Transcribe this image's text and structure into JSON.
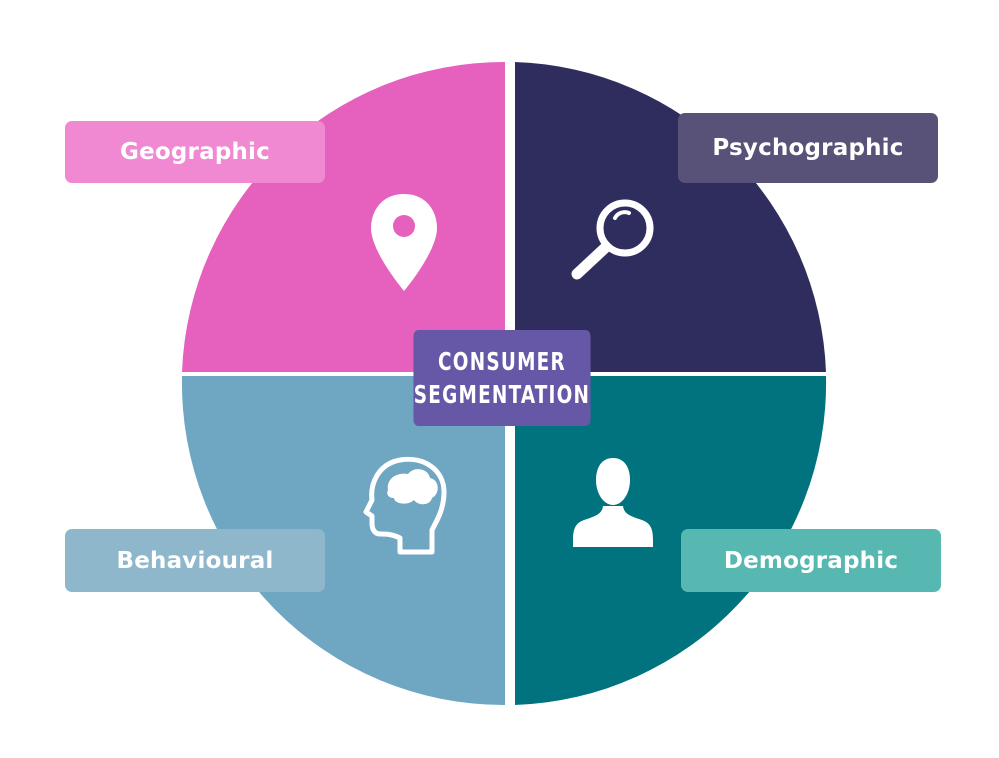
{
  "center": {
    "line1": "CONSUMER",
    "line2": "SEGMENTATION",
    "color": "#6658a6"
  },
  "quadrants": [
    {
      "label": "Geographic",
      "icon": "location-pin-icon",
      "fill": "#e660bd",
      "label_color": "#f088d2"
    },
    {
      "label": "Psychographic",
      "icon": "magnifying-glass-icon",
      "fill": "#2f2d5e",
      "label_color": "#595278"
    },
    {
      "label": "Behavioural",
      "icon": "head-brain-icon",
      "fill": "#6fa7c2",
      "label_color": "#8eb7cb"
    },
    {
      "label": "Demographic",
      "icon": "person-icon",
      "fill": "#00737e",
      "label_color": "#57b8b2"
    }
  ]
}
